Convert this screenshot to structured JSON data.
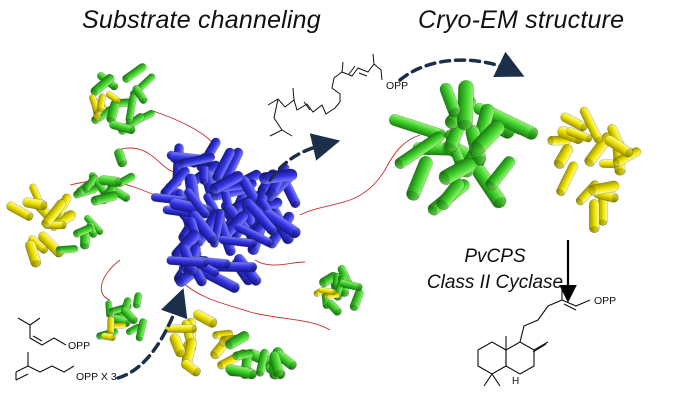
{
  "titles": {
    "left": "Substrate channeling",
    "right": "Cryo-EM structure"
  },
  "enzyme": {
    "name": "PvCPS",
    "class": "Class II Cyclase"
  },
  "chemistry": {
    "ggpp_label": "OPP",
    "dmapp_label": "OPP",
    "ipp_label": "OPP X 3",
    "product_label": "OPP",
    "stereo_h": "H"
  },
  "colors": {
    "core": "#3333e0",
    "cyclase": "#33cc22",
    "prenyltransferase": "#f2e600",
    "arrow_dashed": "#1b2f4a",
    "linker": "#cc3333"
  }
}
